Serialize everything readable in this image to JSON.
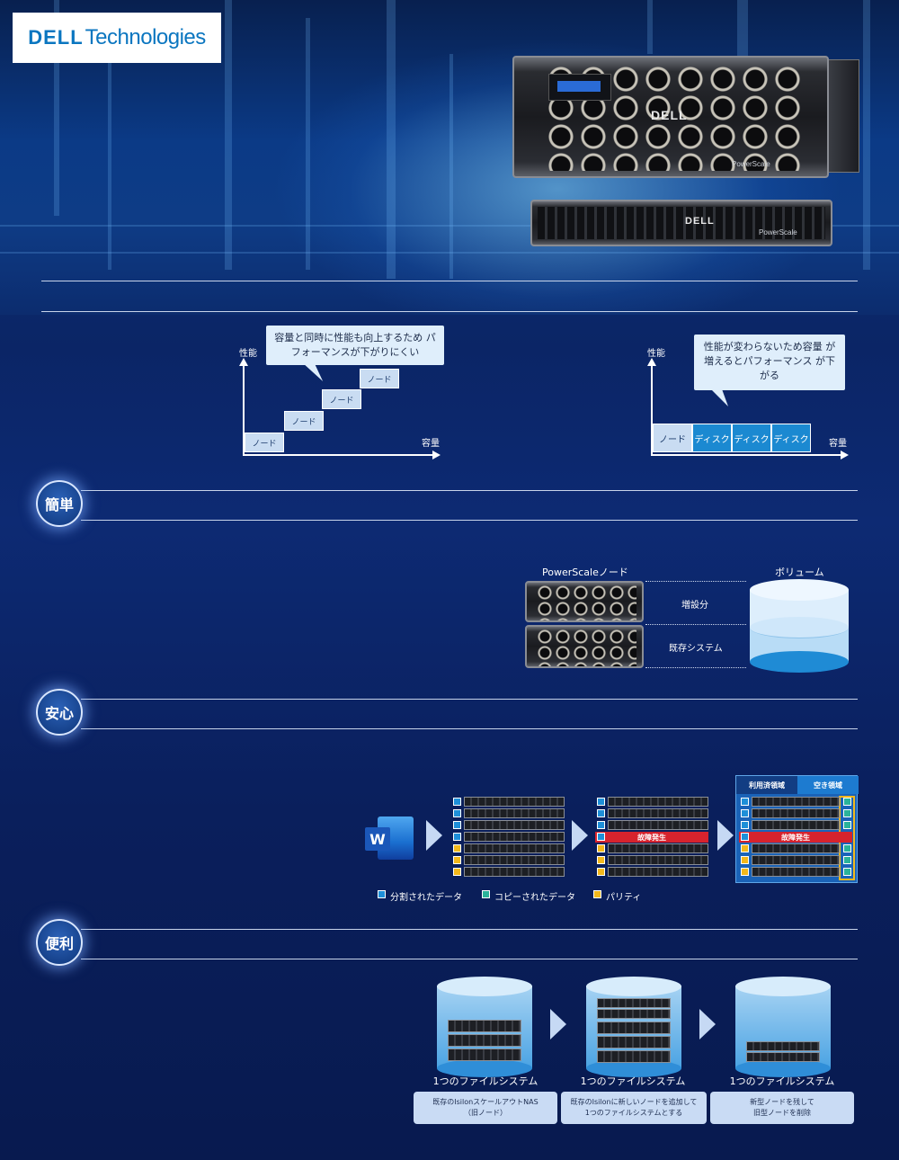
{
  "brand": {
    "dell": "DELL",
    "tech": "Technologies"
  },
  "server": {
    "dell_label": "DELL",
    "product_label": "PowerScale"
  },
  "chart_scale": {
    "y_label": "性能",
    "x_label": "容量",
    "bubble": "容量と同時に性能も向上するため パフォーマンスが下がりにくい",
    "nodes": [
      "ノード",
      "ノード",
      "ノード",
      "ノード"
    ]
  },
  "chart_traditional": {
    "y_label": "性能",
    "x_label": "容量",
    "bubble": "性能が変わらないため容量 が増えるとパフォーマンス が下がる",
    "node": "ノード",
    "disks": [
      "ディスク",
      "ディスク",
      "ディスク"
    ]
  },
  "sections": [
    {
      "badge": "簡単"
    },
    {
      "badge": "安心"
    },
    {
      "badge": "便利"
    }
  ],
  "simple_diagram": {
    "nodes_title": "PowerScaleノード",
    "volume_title": "ボリューム",
    "added": "増設分",
    "existing": "既存システム"
  },
  "safe_diagram": {
    "word_letter": "W",
    "fail_label": "故障発生",
    "used_area": "利用済領域",
    "free_area": "空き領域",
    "legend": [
      "分割されたデータ",
      "コピーされたデータ",
      "パリティ"
    ],
    "colors": {
      "data": "#1e8fd8",
      "copy": "#2bb39a",
      "parity": "#f3b81c",
      "fail": "#d6232d"
    }
  },
  "convenient_diagram": {
    "fs_labels": [
      "1つのファイルシステム",
      "1つのファイルシステム",
      "1つのファイルシステム"
    ],
    "descriptions": [
      "既存のIsilonスケールアウトNAS\n（旧ノード）",
      "既存のIsilonに新しいノードを追加して\n1つのファイルシステムとする",
      "新型ノードを残して\n旧型ノードを削除"
    ]
  }
}
